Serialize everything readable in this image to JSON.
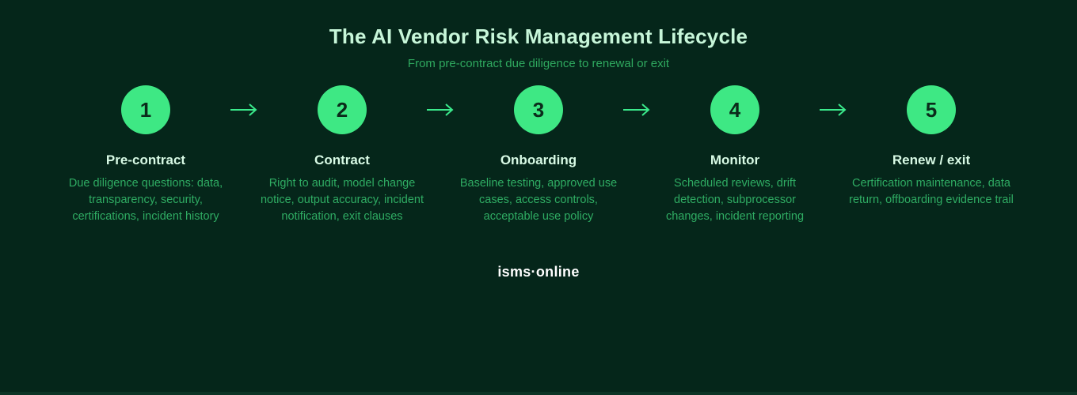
{
  "page": {
    "background_color": "#05261a",
    "accent_color": "#3ee884",
    "arrow_color": "#3bea8c",
    "bottom_bar_color": "#0d3425"
  },
  "header": {
    "title": "The AI Vendor Risk Management Lifecycle",
    "subtitle": "From pre-contract due diligence to renewal or exit"
  },
  "steps": [
    {
      "number": "1",
      "title": "Pre-contract",
      "description": "Due diligence questions: data, transparency, security, certifications, incident history"
    },
    {
      "number": "2",
      "title": "Contract",
      "description": "Right to audit, model change notice, output accuracy, incident notification, exit clauses"
    },
    {
      "number": "3",
      "title": "Onboarding",
      "description": "Baseline testing, approved use cases, access controls, acceptable use policy"
    },
    {
      "number": "4",
      "title": "Monitor",
      "description": "Scheduled reviews, drift detection, subprocessor changes, incident reporting"
    },
    {
      "number": "5",
      "title": "Renew / exit",
      "description": "Certification maintenance, data return, offboarding evidence trail"
    }
  ],
  "footer": {
    "logo_text": "isms·online"
  }
}
